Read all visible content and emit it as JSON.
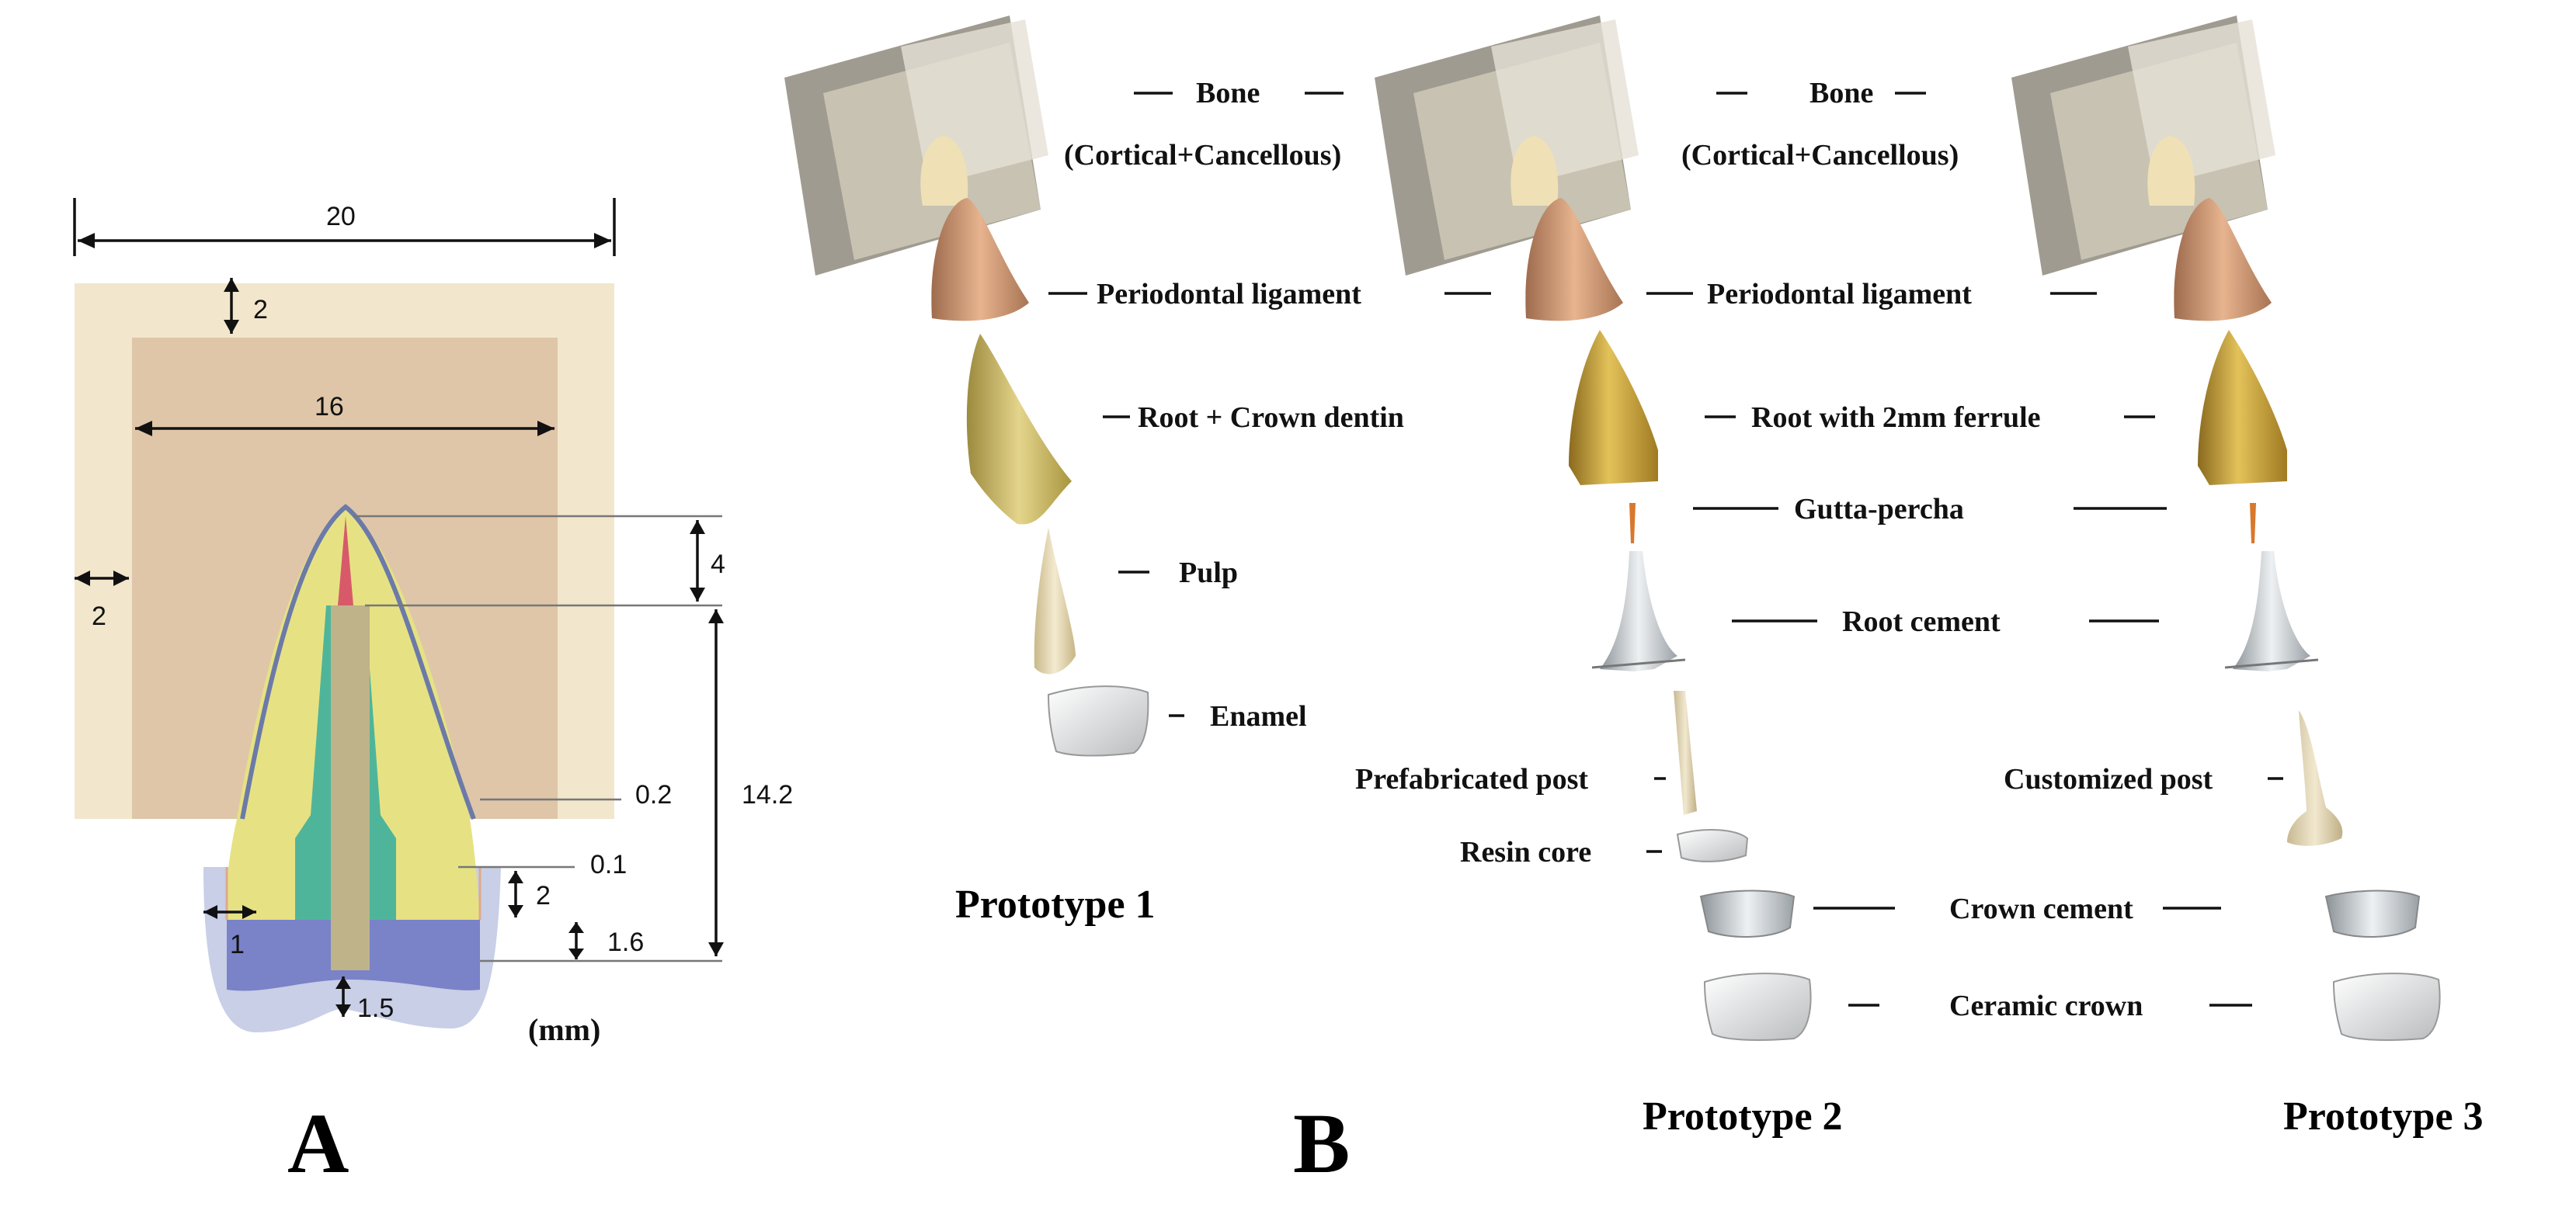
{
  "panelA": {
    "letter": "A",
    "unit": "(mm)",
    "dims": {
      "width": "20",
      "top_margin": "2",
      "inner_width": "16",
      "side_margin": "2",
      "apex": "4",
      "length": "14.2",
      "pdl": "0.2",
      "cement": "0.1",
      "ferrule": "2",
      "core": "1.6",
      "crown_side": "1",
      "crown_top": "1.5"
    }
  },
  "panelB": {
    "letter": "B",
    "labels": {
      "bone1": "Bone",
      "bone1_sub": "(Cortical+Cancellous)",
      "bone2": "Bone",
      "bone2_sub": "(Cortical+Cancellous)",
      "pdl1": "Periodontal ligament",
      "pdl2": "Periodontal ligament",
      "root_crown_dentin": "Root + Crown dentin",
      "root_ferrule": "Root with 2mm ferrule",
      "gutta_percha": "Gutta-percha",
      "pulp": "Pulp",
      "root_cement": "Root cement",
      "enamel": "Enamel",
      "prefab_post": "Prefabricated post",
      "custom_post": "Customized post",
      "resin_core": "Resin core",
      "crown_cement": "Crown cement",
      "ceramic_crown": "Ceramic crown"
    },
    "prototypes": {
      "p1": "Prototype 1",
      "p2": "Prototype 2",
      "p3": "Prototype 3"
    }
  },
  "colors": {
    "bone_outer": "#f2e6cc",
    "bone_inner": "#dfc6a8",
    "dentin": "#e6e283",
    "pulp": "#d85a6a",
    "post": "#bfb38a",
    "gutta": "#4fb59a",
    "core": "#7a82c8",
    "crown": "#c8cfe6",
    "root_outline": "#6b7aa8"
  }
}
